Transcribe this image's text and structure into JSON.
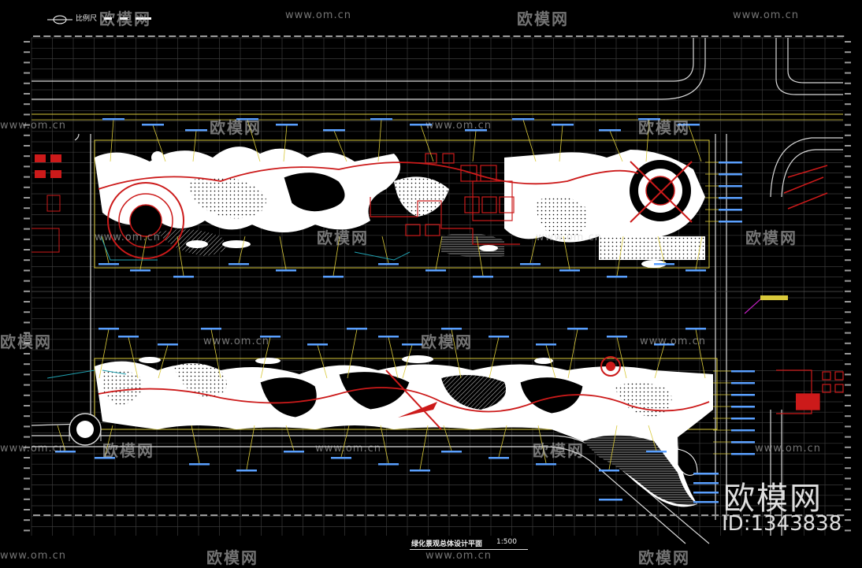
{
  "drawing": {
    "plan_title": "绿化景观总体设计平面",
    "scale": "1:500",
    "top_left_label": "比例尺"
  },
  "watermarks": {
    "logo_text": "欧模网",
    "url_text": "www.om.cn",
    "big_logo": "欧模网",
    "id_text": "ID:1343838"
  },
  "colors": {
    "background": "#000000",
    "grid": "#3a3a3a",
    "road": "#d8d8d8",
    "boundary_yellow": "#d9c93a",
    "feature_red": "#cc1a1a",
    "fill_white": "#ffffff",
    "label_blue": "#5aa0ff",
    "accent_magenta": "#c020c0",
    "accent_cyan": "#20a0b0"
  }
}
